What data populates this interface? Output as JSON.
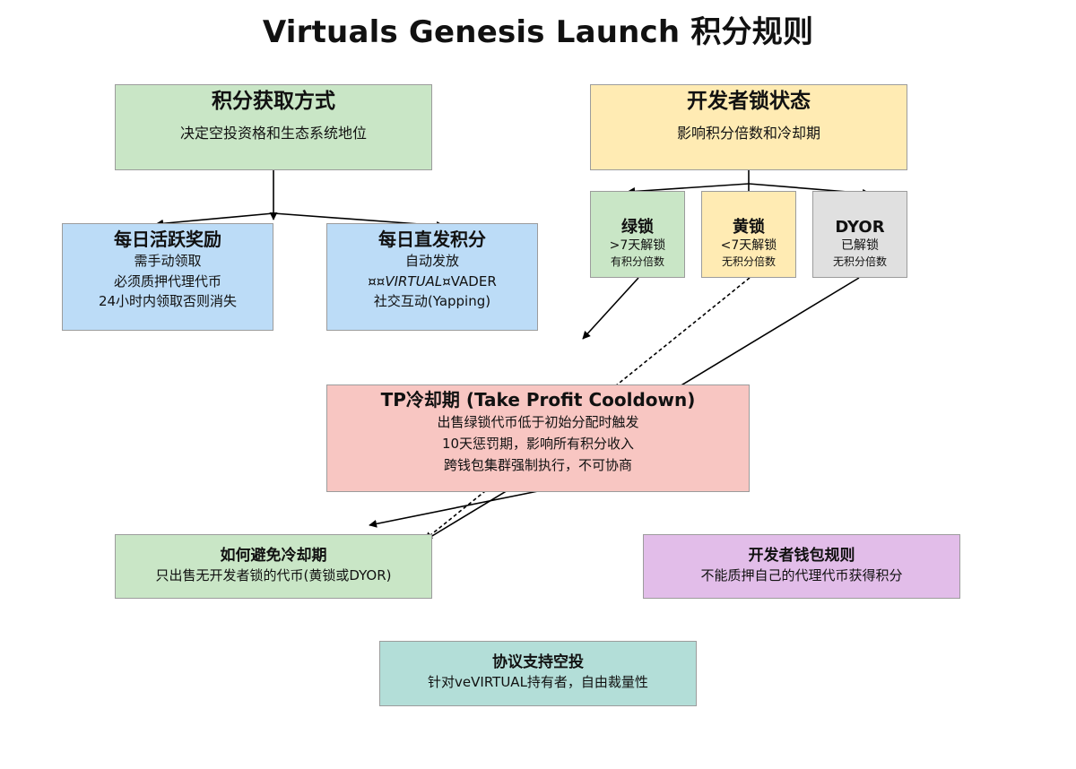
{
  "title": "Virtuals Genesis Launch 积分规则",
  "acquisition": {
    "title": "积分获取方式",
    "subtitle": "决定空投资格和生态系统地位"
  },
  "dev_lock": {
    "title": "开发者锁状态",
    "subtitle": "影响积分倍数和冷却期"
  },
  "daily_active": {
    "title": "每日活跃奖励",
    "lines": "需手动领取\n必须质押代理代币\n24小时内领取否则消失"
  },
  "daily_direct": {
    "title": "每日直发积分",
    "line1": "自动发放",
    "line2_prefix": "¤¤",
    "line2_italic": "VIRTUAL",
    "line2_suffix": "¤VADER",
    "line3": "社交互动(Yapping)"
  },
  "green_lock": {
    "title": "绿锁",
    "line1": ">7天解锁",
    "line2": "有积分倍数"
  },
  "yellow_lock": {
    "title": "黄锁",
    "line1": "<7天解锁",
    "line2": "无积分倍数"
  },
  "dyor": {
    "title": "DYOR",
    "line1": "已解锁",
    "line2": "无积分倍数"
  },
  "tp_cooldown": {
    "title": "TP冷却期 (Take Profit Cooldown)",
    "lines": "出售绿锁代币低于初始分配时触发\n10天惩罚期，影响所有积分收入\n跨钱包集群强制执行，不可协商"
  },
  "avoid": {
    "title": "如何避免冷却期",
    "subtitle": "只出售无开发者锁的代币(黄锁或DYOR)"
  },
  "dev_wallet": {
    "title": "开发者钱包规则",
    "subtitle": "不能质押自己的代理代币获得积分"
  },
  "airdrop": {
    "title": "协议支持空投",
    "subtitle": "针对veVIRTUAL持有者，自由裁量性"
  },
  "colors": {
    "green": "#c9e6c6",
    "yellow": "#ffebb3",
    "blue": "#bcdcf7",
    "grey": "#e0e0e0",
    "red": "#f8c6c2",
    "purple": "#e2bde9",
    "teal": "#b3ded8"
  }
}
